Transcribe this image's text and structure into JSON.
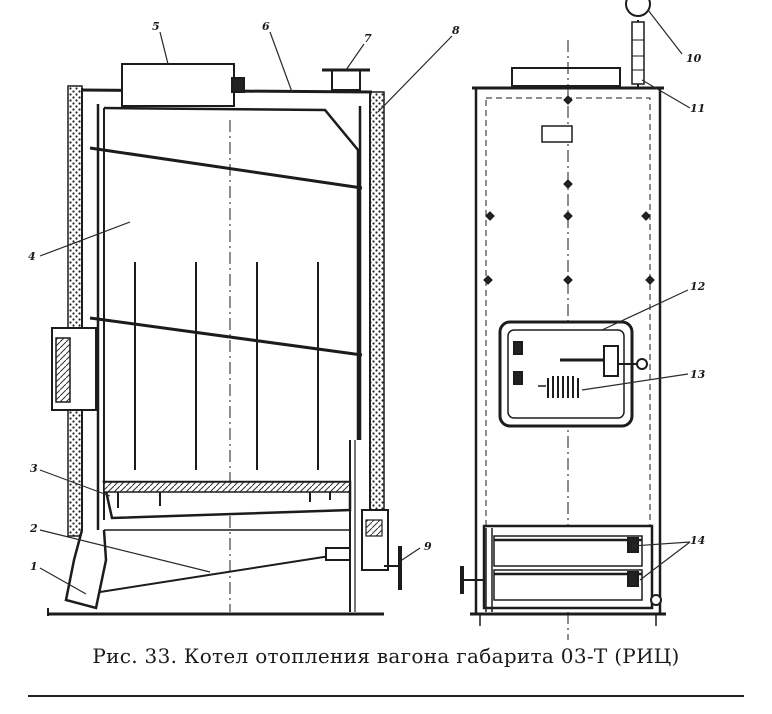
{
  "figure": {
    "caption": "Рис. 33. Котел отопления вагона габарита 03-Т (РИЦ)",
    "callouts": [
      "1",
      "2",
      "3",
      "4",
      "5",
      "6",
      "7",
      "8",
      "9",
      "10",
      "11",
      "12",
      "13",
      "14"
    ]
  }
}
